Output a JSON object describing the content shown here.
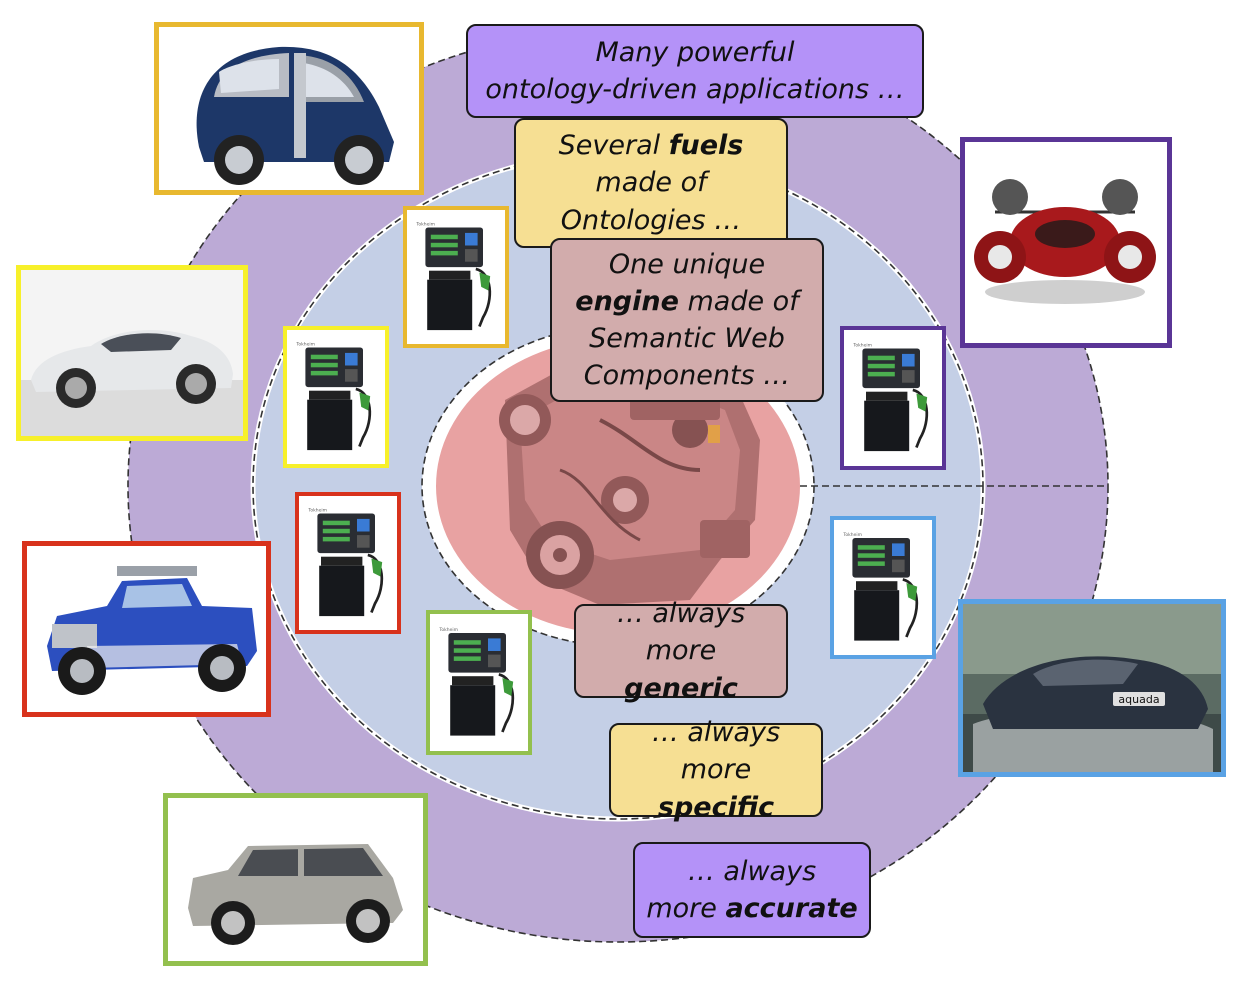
{
  "colors": {
    "outer_ring": "#bcaad6",
    "middle_ring": "#c4cfe6",
    "engine_core": "#e8a2a2",
    "frame_orange": "#e8b82f",
    "frame_yellow": "#f7f02a",
    "frame_red": "#d8321c",
    "frame_green": "#93c04e",
    "frame_purple": "#5a3596",
    "frame_blue": "#5aa2e4",
    "callout_purple": "#b492f8",
    "callout_yellow": "#f6df93",
    "callout_rose": "#d2acac"
  },
  "callouts": {
    "applications": {
      "line1": "Many powerful",
      "line2": "ontology-driven applications …"
    },
    "fuels": {
      "pre": "Several ",
      "bold": "fuels",
      "line2": "made of",
      "line3": "Ontologies …"
    },
    "engine": {
      "line1": "One unique",
      "bold": "engine",
      "post": " made of",
      "line3": "Semantic Web",
      "line4": "Components …"
    },
    "generic": {
      "line1": "… always",
      "pre": "more ",
      "bold": "generic"
    },
    "specific": {
      "line1": "… always",
      "pre": "more ",
      "bold": "specific"
    },
    "accurate": {
      "line1": "… always",
      "pre": "more ",
      "bold": "accurate"
    }
  },
  "images": {
    "cars": [
      "smart-city-car",
      "silver-sports-coupe",
      "blue-pickup-truck",
      "silver-station-wagon",
      "red-flying-car",
      "amphibious-car"
    ],
    "car_text": {
      "amphibious_badge": "aquada"
    },
    "pumps": [
      "fuel-pump-orange",
      "fuel-pump-yellow",
      "fuel-pump-red",
      "fuel-pump-green",
      "fuel-pump-purple",
      "fuel-pump-blue"
    ],
    "engine": "car-engine"
  }
}
